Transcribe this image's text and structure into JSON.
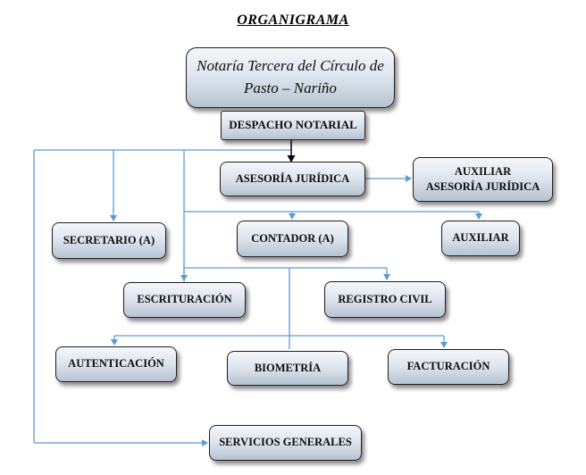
{
  "title": "ORGANIGRAMA",
  "colors": {
    "connector": "#5b9bd5",
    "main_arrow": "#000000",
    "box_border": "#1f1f1f",
    "box_fill_top": "#f4f7fb",
    "box_fill_bottom": "#b7c3d1"
  },
  "nodes": {
    "notaria": "Notaría Tercera del Círculo de\nPasto – Nariño",
    "despacho": "DESPACHO NOTARIAL",
    "asesoria": "ASESORÍA JURÍDICA",
    "aux_asesoria": "AUXILIAR\nASESORÍA JURÍDICA",
    "secretario": "SECRETARIO (A)",
    "contador": "CONTADOR (A)",
    "auxiliar": "AUXILIAR",
    "escrituracion": "ESCRITURACIÓN",
    "registro": "REGISTRO CIVIL",
    "autenticacion": "AUTENTICACIÓN",
    "biometria": "BIOMETRÍA",
    "facturacion": "FACTURACIÓN",
    "servicios": "SERVICIOS GENERALES"
  }
}
